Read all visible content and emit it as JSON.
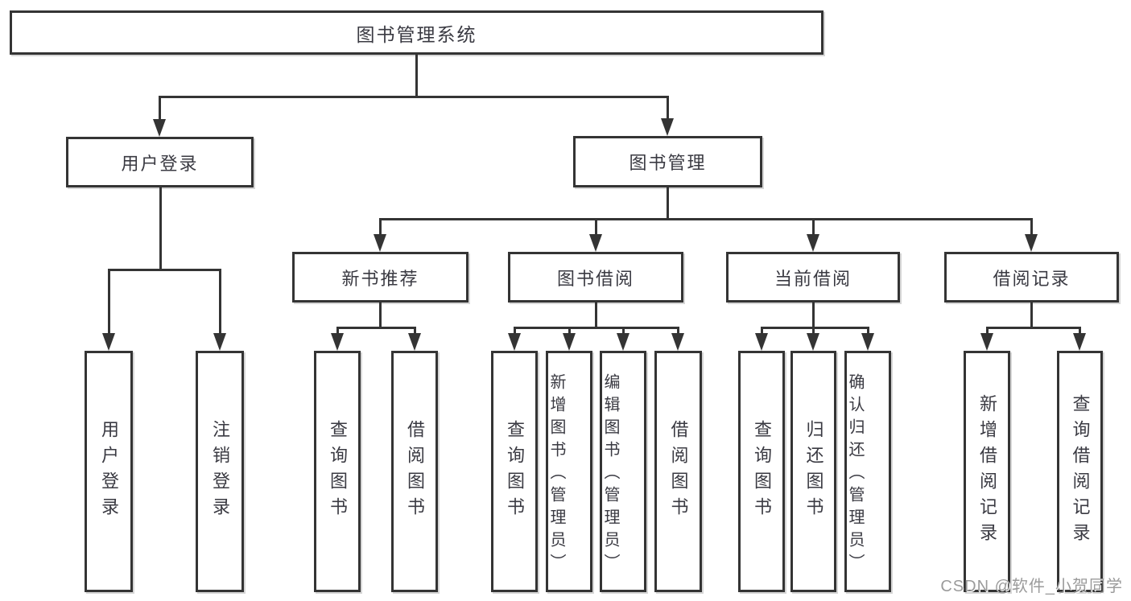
{
  "nodes": {
    "root": "图书管理系统",
    "userLogin": "用户登录",
    "bookManagement": "图书管理",
    "newBookRecommend": "新书推荐",
    "bookBorrow": "图书借阅",
    "currentBorrow": "当前借阅",
    "borrowRecord": "借阅记录",
    "leafUserLogin": "用户登录",
    "leafLogout": "注销登录",
    "leafQueryBook1": "查询图书",
    "leafBorrowBook1": "借阅图书",
    "leafQueryBook2": "查询图书",
    "leafAddBookAdmin": "新增图书（管理员）",
    "leafEditBookAdmin": "编辑图书（管理员）",
    "leafBorrowBook2": "借阅图书",
    "leafQueryBook3": "查询图书",
    "leafReturnBook": "归还图书",
    "leafConfirmReturnAdmin": "确认归还（管理员）",
    "leafAddBorrowRecord": "新增借阅记录",
    "leafQueryBorrowRecord": "查询借阅记录"
  },
  "hierarchy": {
    "root": "图书管理系统",
    "children": [
      {
        "label": "用户登录",
        "children": [
          "用户登录",
          "注销登录"
        ]
      },
      {
        "label": "图书管理",
        "children": [
          {
            "label": "新书推荐",
            "children": [
              "查询图书",
              "借阅图书"
            ]
          },
          {
            "label": "图书借阅",
            "children": [
              "查询图书",
              "新增图书（管理员）",
              "编辑图书（管理员）",
              "借阅图书"
            ]
          },
          {
            "label": "当前借阅",
            "children": [
              "查询图书",
              "归还图书",
              "确认归还（管理员）"
            ]
          },
          {
            "label": "借阅记录",
            "children": [
              "新增借阅记录",
              "查询借阅记录"
            ]
          }
        ]
      }
    ]
  },
  "watermark": "CSDN @软件_小贺同学",
  "colors": {
    "line": "#343434",
    "border": "#343434",
    "text": "#3a3a42",
    "background": "#ffffff",
    "watermark": "#9b9b9b"
  }
}
